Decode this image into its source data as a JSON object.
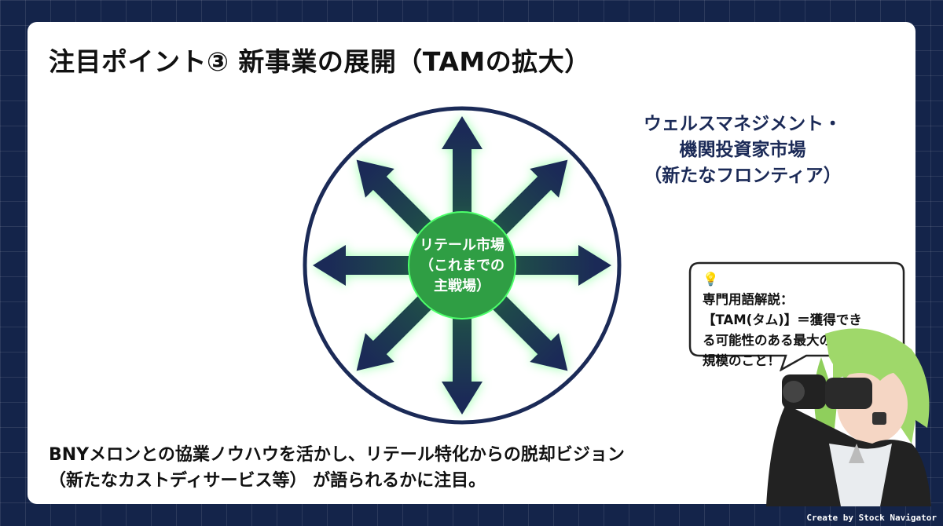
{
  "title": "注目ポイント③  新事業の展開（TAMの拡大）",
  "center": {
    "lines": [
      "リテール市場",
      "（これまでの",
      "主戦場）"
    ]
  },
  "frontier": {
    "lines": [
      "ウェルスマネジメント・",
      "機関投資家市場",
      "（新たなフロンティア）"
    ]
  },
  "bottom": {
    "lines": [
      "BNYメロンとの協業ノウハウを活かし、リテール特化からの脱却ビジョン",
      "（新たなカストディサービス等） が語られるかに注目。"
    ]
  },
  "bubble": {
    "icon": "lightbulb-icon",
    "lines": [
      "専門用語解説：",
      "【TAM(タム)】＝獲得でき",
      "る可能性のある最大の市場",
      "規模のこと！"
    ]
  },
  "credit": "Create by Stock Navigator",
  "colors": {
    "background": "#14244a",
    "navy": "#1b2a57",
    "green": "#2f9e44",
    "glow": "#4cff6a"
  }
}
